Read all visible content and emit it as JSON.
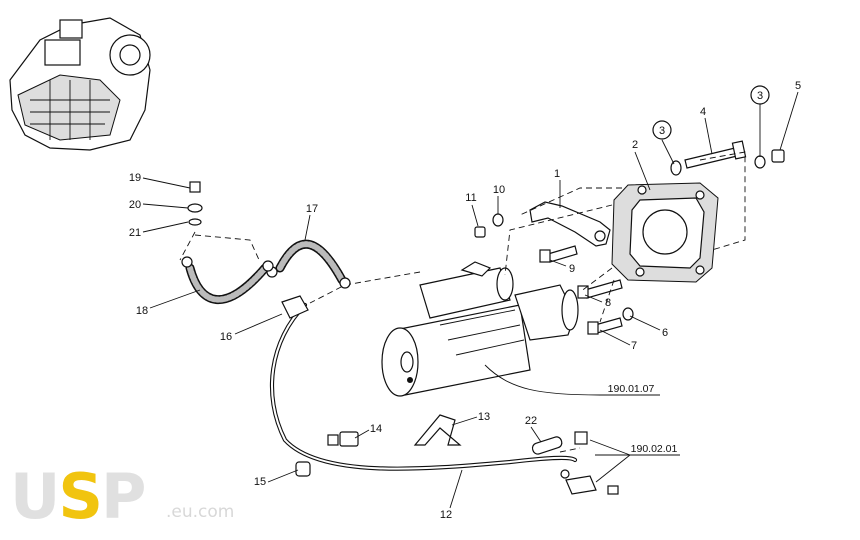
{
  "callouts": [
    "1",
    "2",
    "3",
    "3",
    "4",
    "5",
    "6",
    "7",
    "8",
    "9",
    "10",
    "11",
    "12",
    "13",
    "14",
    "15",
    "16",
    "17",
    "18",
    "19",
    "20",
    "21",
    "22"
  ],
  "references": [
    "190.01.07",
    "190.02.01"
  ],
  "logo": {
    "text": "USP",
    "highlight": "S",
    "domain": ".eu.com"
  },
  "colors": {
    "line": "#111111",
    "logo_grey": "#e0e0e0",
    "logo_yellow": "#f1c40f"
  }
}
